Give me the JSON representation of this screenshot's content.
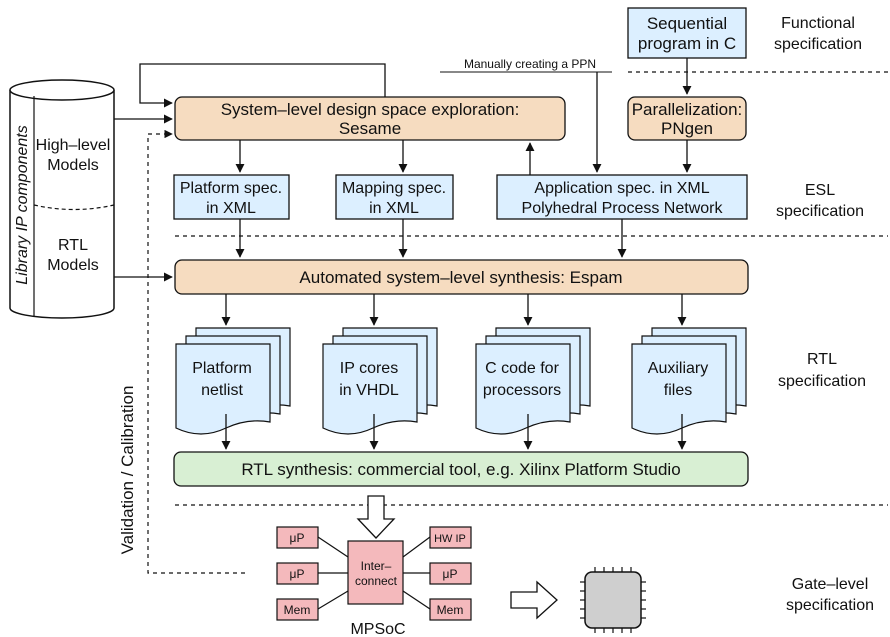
{
  "layers": {
    "functional": [
      "Functional",
      "specification"
    ],
    "esl": [
      "ESL",
      "specification"
    ],
    "rtl": [
      "RTL",
      "specification"
    ],
    "gate": [
      "Gate–level",
      "specification"
    ]
  },
  "library": {
    "title": "Library IP components",
    "high_level": [
      "High–level",
      "Models"
    ],
    "rtl": [
      "RTL",
      "Models"
    ]
  },
  "nodes": {
    "sesame": [
      "System–level design space exploration:",
      "Sesame"
    ],
    "sequential": [
      "Sequential",
      "program in C"
    ],
    "parallelization": [
      "Parallelization:",
      "PNgen"
    ],
    "platform_spec": [
      "Platform spec.",
      "in XML"
    ],
    "mapping_spec": [
      "Mapping spec.",
      "in XML"
    ],
    "application_spec": [
      "Application spec. in XML",
      "Polyhedral Process Network"
    ],
    "espam": "Automated system–level synthesis: Espam",
    "rtl_synthesis": "RTL synthesis: commercial tool, e.g. Xilinx Platform Studio"
  },
  "annotation_manual_ppn": "Manually creating a PPN",
  "outputs": {
    "platform_netlist": [
      "Platform",
      "netlist"
    ],
    "ip_cores": [
      "IP cores",
      "in VHDL"
    ],
    "c_code": [
      "C code for",
      "processors"
    ],
    "auxiliary": [
      "Auxiliary",
      "files"
    ]
  },
  "validation_label": "Validation / Calibration",
  "mpsoc": {
    "label": "MPSoC",
    "interconnect": [
      "Inter–",
      "connect"
    ],
    "left_blocks": [
      "μP",
      "μP",
      "Mem"
    ],
    "right_blocks": [
      "HW IP",
      "μP",
      "Mem"
    ]
  },
  "colors": {
    "tool_box": "#f6dcc0",
    "spec_box": "#dcefff",
    "rtl_box": "#d8efd3",
    "mpsoc_block": "#f4b9bc",
    "chip": "#cfcfcf",
    "line": "#111111"
  }
}
